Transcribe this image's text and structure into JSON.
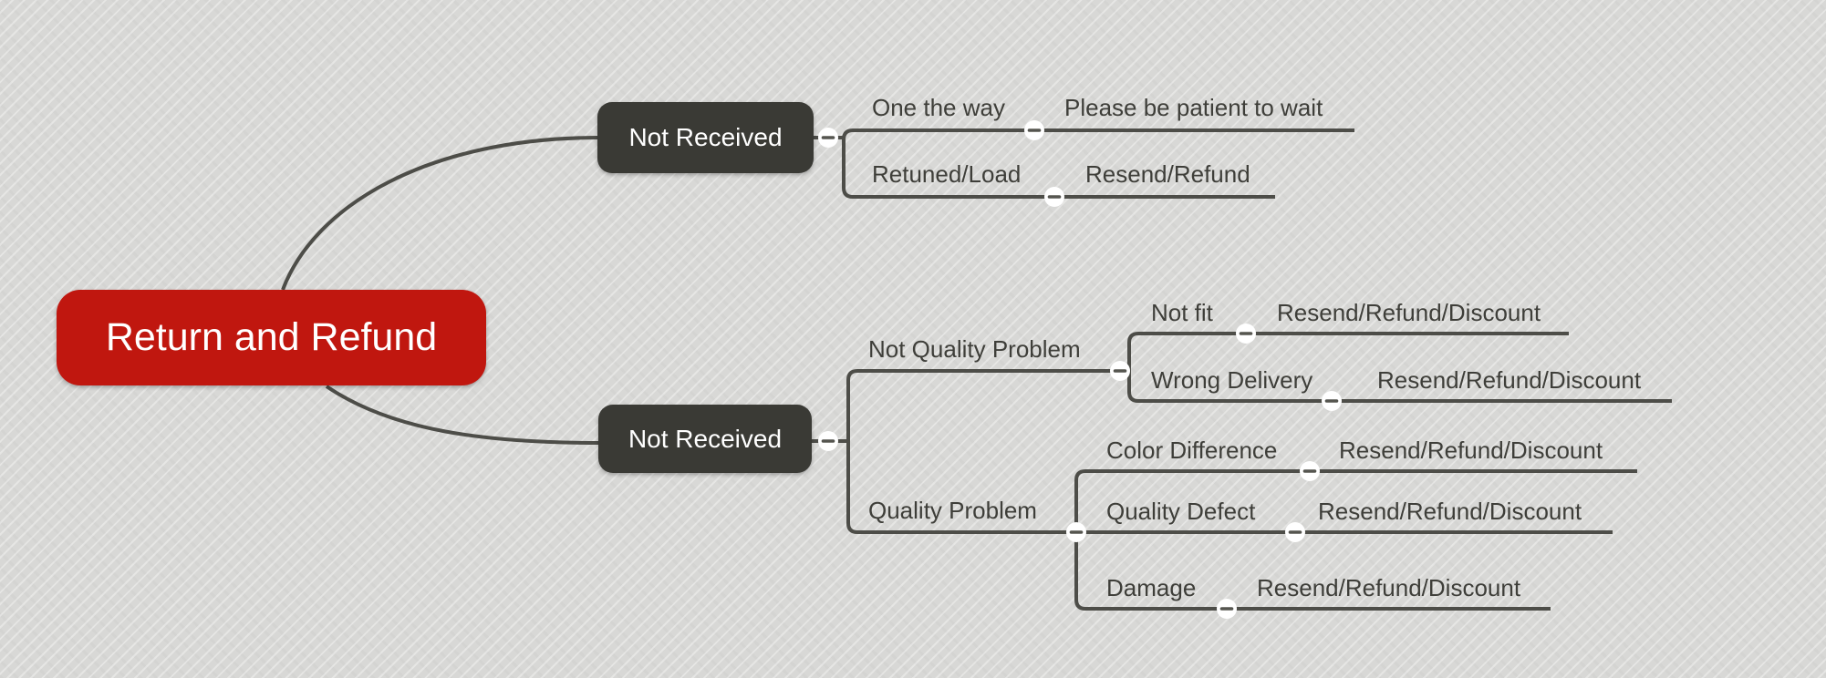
{
  "map": {
    "root": "Return and Refund",
    "branches": [
      {
        "label": "Not Received",
        "children": [
          {
            "label": "One the way",
            "note": "Please be patient to wait"
          },
          {
            "label": "Retuned/Load",
            "note": "Resend/Refund"
          }
        ]
      },
      {
        "label": "Not Received",
        "children": [
          {
            "label": "Not Quality Problem",
            "children": [
              {
                "label": "Not fit",
                "note": "Resend/Refund/Discount"
              },
              {
                "label": "Wrong Delivery",
                "note": "Resend/Refund/Discount"
              }
            ]
          },
          {
            "label": "Quality Problem",
            "children": [
              {
                "label": "Color Difference",
                "note": "Resend/Refund/Discount"
              },
              {
                "label": "Quality Defect",
                "note": "Resend/Refund/Discount"
              },
              {
                "label": "Damage",
                "note": "Resend/Refund/Discount"
              }
            ]
          }
        ]
      }
    ]
  },
  "icons": {
    "collapse": "minus-in-circle"
  },
  "colors": {
    "root_node": "#c0170f",
    "dark_node": "#3a3a35",
    "branch_line": "#4d4d48",
    "label_text": "#3e3e39",
    "toggle_fill": "#ffffff",
    "background": "#d8d8d6"
  }
}
